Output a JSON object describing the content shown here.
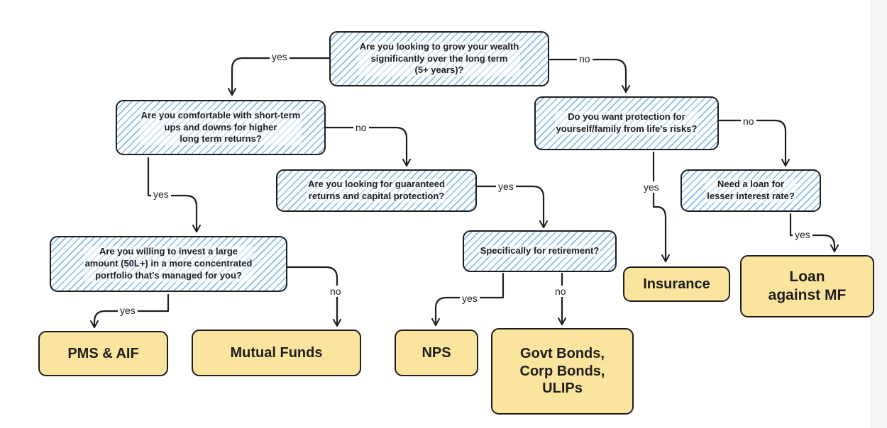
{
  "questions": {
    "q1": "Are you looking to grow your wealth\nsignificantly over the long term\n(5+ years)?",
    "q2": "Are you comfortable with short-term\nups and downs for higher\nlong term returns?",
    "q3": "Do you want protection for\nyourself/family from life's risks?",
    "q4": "Are you looking for guaranteed\nreturns and capital protection?",
    "q5": "Need a loan for\nlesser interest rate?",
    "q6": "Are you willing to invest a large\namount (50L+) in a more concentrated\nportfolio that's managed for you?",
    "q7": "Specifically for retirement?"
  },
  "results": {
    "pms": "PMS & AIF",
    "mf": "Mutual Funds",
    "nps": "NPS",
    "bonds": "Govt Bonds,\nCorp Bonds,\nULIPs",
    "insurance": "Insurance",
    "loan": "Loan\nagainst MF"
  },
  "labels": {
    "q1_yes": "yes",
    "q1_no": "no",
    "q2_no": "no",
    "q2_yes": "yes",
    "q3_no": "no",
    "q3_yes": "yes",
    "q4_yes": "yes",
    "q5_yes": "yes",
    "q6_yes": "yes",
    "q6_no": "no",
    "q7_yes": "yes",
    "q7_no": "no"
  },
  "colors": {
    "stroke": "#1e1e1e",
    "question_hatch": "#6eafe6",
    "result_fill": "#fbe49e"
  }
}
